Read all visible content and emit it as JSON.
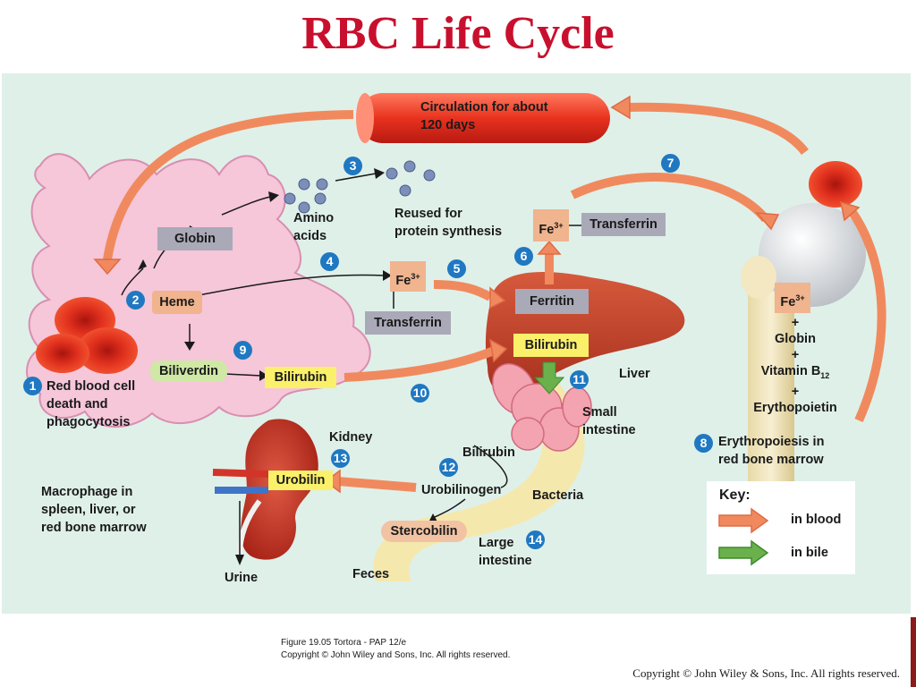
{
  "title": "RBC Life Cycle",
  "labels": {
    "circulation_line1": "Circulation for about",
    "circulation_line2": "120 days",
    "amino_line1": "Amino",
    "amino_line2": "acids",
    "reused_line1": "Reused for",
    "reused_line2": "protein synthesis",
    "globin": "Globin",
    "heme": "Heme",
    "biliverdin": "Biliverdin",
    "bilirubin_macrophage": "Bilirubin",
    "fe_middle": "Fe",
    "fe_top": "Fe",
    "fe_marrow": "Fe",
    "fe_superscript": "3+",
    "transferrin_middle": "Transferrin",
    "transferrin_top": "Transferrin",
    "ferritin": "Ferritin",
    "bilirubin_liver": "Bilirubin",
    "liver": "Liver",
    "small_line1": "Small",
    "small_line2": "intestine",
    "bilirubin_intestine": "Bilirubin",
    "urobilinogen": "Urobilinogen",
    "bacteria": "Bacteria",
    "stercobilin": "Stercobilin",
    "large_line1": "Large",
    "large_line2": "intestine",
    "feces": "Feces",
    "kidney": "Kidney",
    "urobilin": "Urobilin",
    "urine": "Urine",
    "rbc_death_line1": "Red blood cell",
    "rbc_death_line2": "death and",
    "rbc_death_line3": "phagocytosis",
    "macrophage_line1": "Macrophage in",
    "macrophage_line2": "spleen, liver, or",
    "macrophage_line3": "red bone marrow",
    "marrow_plus1": "+",
    "marrow_globin": "Globin",
    "marrow_plus2": "+",
    "marrow_vitamin": "Vitamin B",
    "marrow_vitamin_sub": "12",
    "marrow_plus3": "+",
    "marrow_epo": "Erythopoietin",
    "erythropoiesis_line1": "Erythropoiesis in",
    "erythropoiesis_line2": "red bone marrow"
  },
  "steps": [
    "1",
    "2",
    "3",
    "4",
    "5",
    "6",
    "7",
    "8",
    "9",
    "10",
    "11",
    "12",
    "13",
    "14"
  ],
  "key": {
    "title": "Key:",
    "in_blood": "in blood",
    "in_bile": "in bile"
  },
  "footer": {
    "figure": "Figure 19.05  Tortora - PAP 12/e",
    "figure_copyright": "Copyright © John Wiley and Sons, Inc. All rights reserved.",
    "slide_copyright": "Copyright © John Wiley & Sons, Inc. All rights reserved."
  },
  "colors": {
    "title": "#c8102e",
    "background_panel": "#dff0e9",
    "macrophage": "#f6c6d9",
    "rbc": "#d7261e",
    "blood_arrow": "#f08a5e",
    "bile_arrow": "#6ab04c",
    "step_badge": "#1f78c1"
  }
}
